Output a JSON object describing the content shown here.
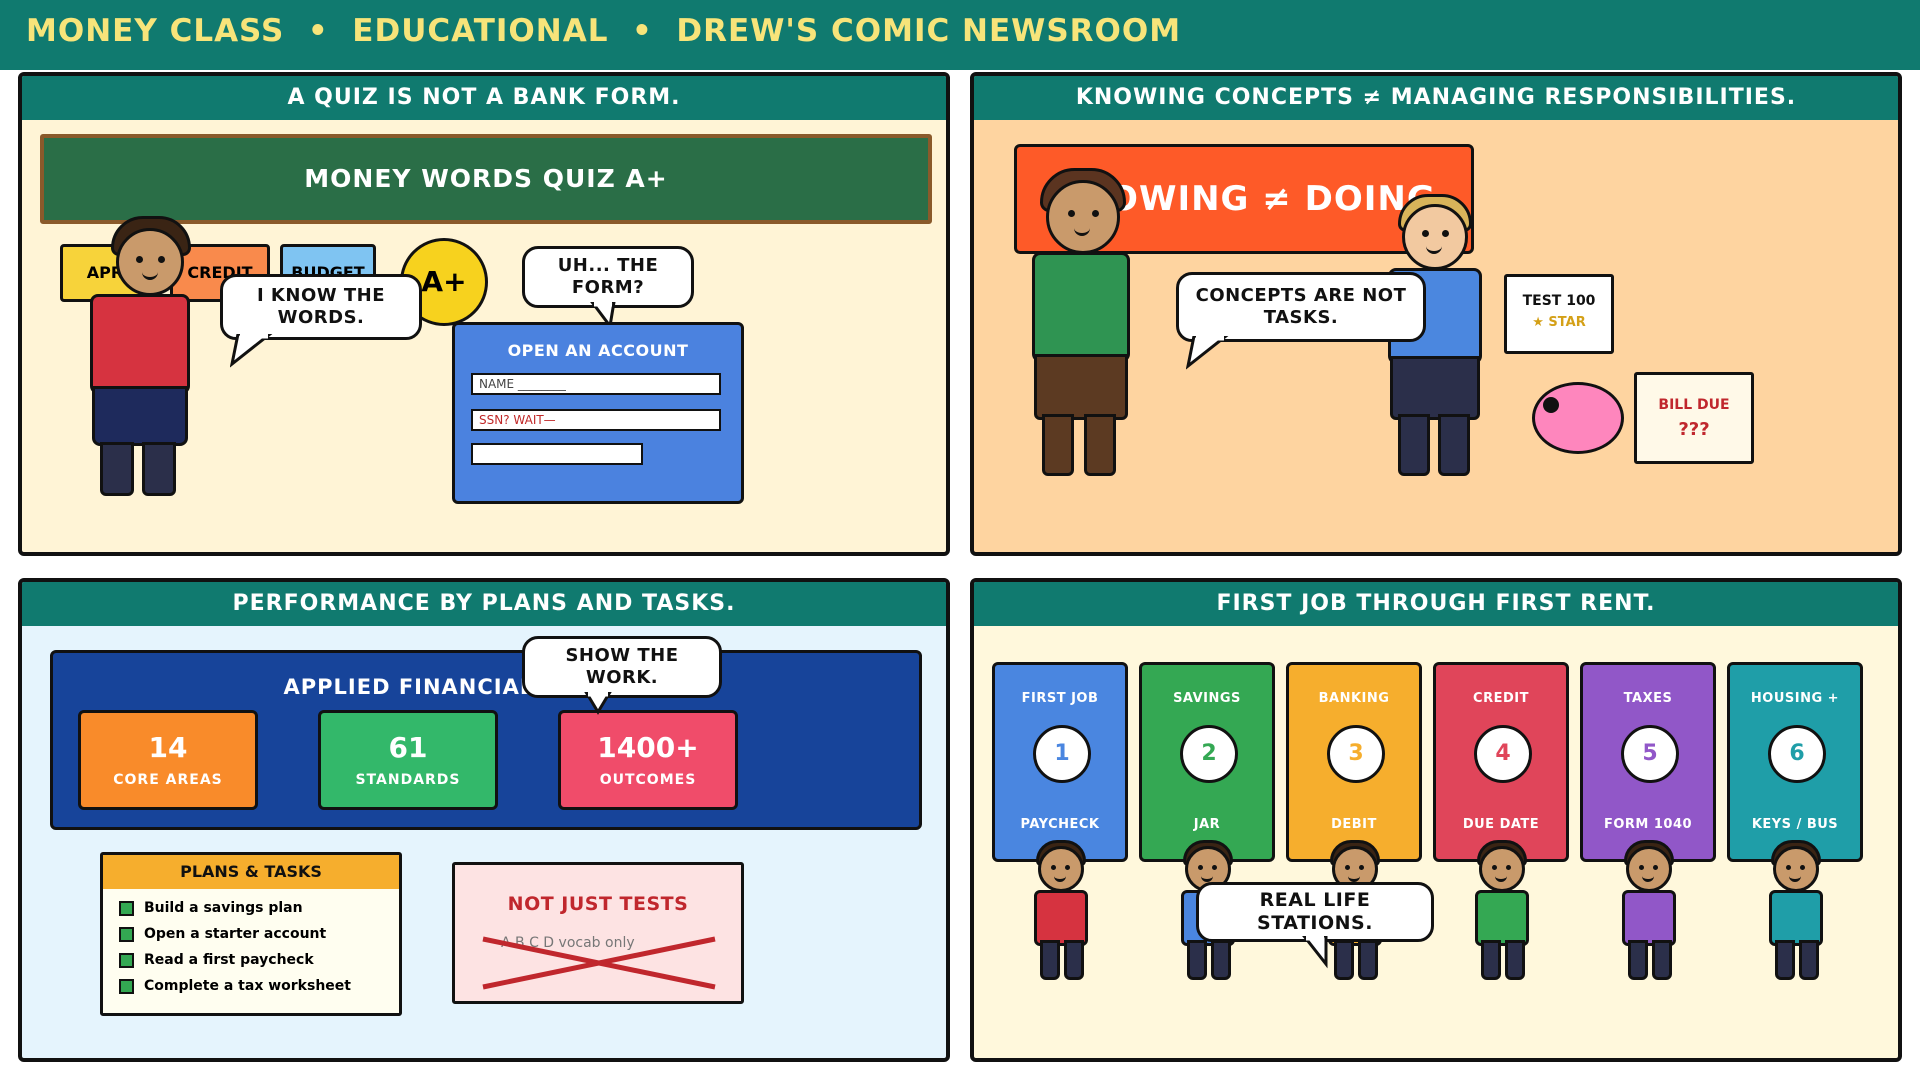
{
  "banner": {
    "text": "MONEY CLASS  •  EDUCATIONAL  •  DREW'S COMIC NEWSROOM"
  },
  "panel1": {
    "title": "A QUIZ IS NOT A BANK FORM.",
    "chalkboard": "MONEY WORDS QUIZ  A+",
    "cards": [
      "APR",
      "CREDIT",
      "BUDGET"
    ],
    "grade": "A+",
    "bubble_student": "I KNOW THE WORDS.",
    "bubble_form": "UH... THE FORM?",
    "form": {
      "title": "OPEN AN ACCOUNT",
      "field1": "NAME ________",
      "field2": "SSN?  WAIT—",
      "field3": ""
    }
  },
  "panel2": {
    "title": "KNOWING CONCEPTS ≠ MANAGING RESPONSIBILITIES.",
    "sign": "KNOWING  ≠  DOING",
    "bubble": "CONCEPTS ARE NOT TASKS.",
    "test_card": {
      "line1": "TEST 100",
      "line2": "★ STAR"
    },
    "bill_card": {
      "line1": "BILL DUE",
      "line2": "???"
    }
  },
  "panel3": {
    "title": "PERFORMANCE BY PLANS AND TASKS.",
    "board_title": "APPLIED FINANCIAL CAPABILITY",
    "bubble": "SHOW THE WORK.",
    "stats": [
      {
        "value": "14",
        "label": "CORE AREAS",
        "color": "#f98b2a"
      },
      {
        "value": "61",
        "label": "STANDARDS",
        "color": "#33b86a"
      },
      {
        "value": "1400+",
        "label": "OUTCOMES",
        "color": "#f04c6a"
      }
    ],
    "plans": {
      "title": "PLANS & TASKS",
      "items": [
        "Build a savings plan",
        "Open a starter account",
        "Read a first paycheck",
        "Complete a tax worksheet"
      ]
    },
    "not_tests": {
      "title": "NOT JUST TESTS",
      "crossed": "A B C D   vocab only"
    }
  },
  "panel4": {
    "title": "FIRST JOB THROUGH FIRST RENT.",
    "bubble": "REAL LIFE STATIONS.",
    "stations": [
      {
        "top": "FIRST JOB",
        "num": "1",
        "bottom": "PAYCHECK",
        "color": "#4a86e0",
        "shirt": "#d63340"
      },
      {
        "top": "SAVINGS",
        "num": "2",
        "bottom": "JAR",
        "color": "#34a853",
        "shirt": "#4a86e0"
      },
      {
        "top": "BANKING",
        "num": "3",
        "bottom": "DEBIT",
        "color": "#f6ae2d",
        "shirt": "#f6ae2d"
      },
      {
        "top": "CREDIT",
        "num": "4",
        "bottom": "DUE DATE",
        "color": "#e0455a",
        "shirt": "#34a853"
      },
      {
        "top": "TAXES",
        "num": "5",
        "bottom": "FORM 1040",
        "color": "#9157c8",
        "shirt": "#9157c8"
      },
      {
        "top": "HOUSING +",
        "num": "6",
        "bottom": "KEYS / BUS",
        "color": "#1f9ea8",
        "shirt": "#1f9ea8"
      }
    ]
  }
}
